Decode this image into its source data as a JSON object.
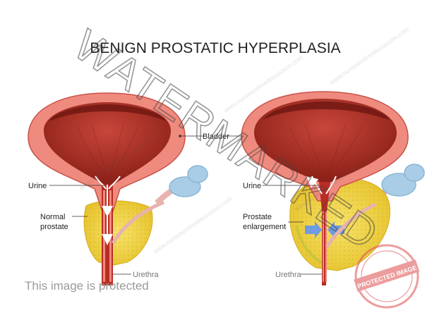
{
  "title": "BENIGN PROSTATIC HYPERPLASIA",
  "labels": {
    "bladder": "Bladder",
    "urine_left": "Urine",
    "urine_right": "Urine",
    "normal_prostate_line1": "Normal",
    "normal_prostate_line2": "prostate",
    "prostate_enlargement_line1": "Prostate",
    "prostate_enlargement_line2": "enlargement",
    "urethra_left": "Urethra",
    "urethra_right": "Urethra"
  },
  "watermark": {
    "big_text": "WATERMARKED",
    "site_repeat": "www.nursesonlinediscussion.com",
    "protected_notice": "This image is protected",
    "stamp_text": "PROTECTED IMAGE"
  },
  "colors": {
    "bladder_outer": "#ef8a7e",
    "bladder_inner": "#b8362b",
    "bladder_dark": "#7e1a14",
    "prostate_yellow": "#f2d640",
    "seminal_blue": "#a9cde6",
    "arrow_blue": "#6f9be0"
  }
}
